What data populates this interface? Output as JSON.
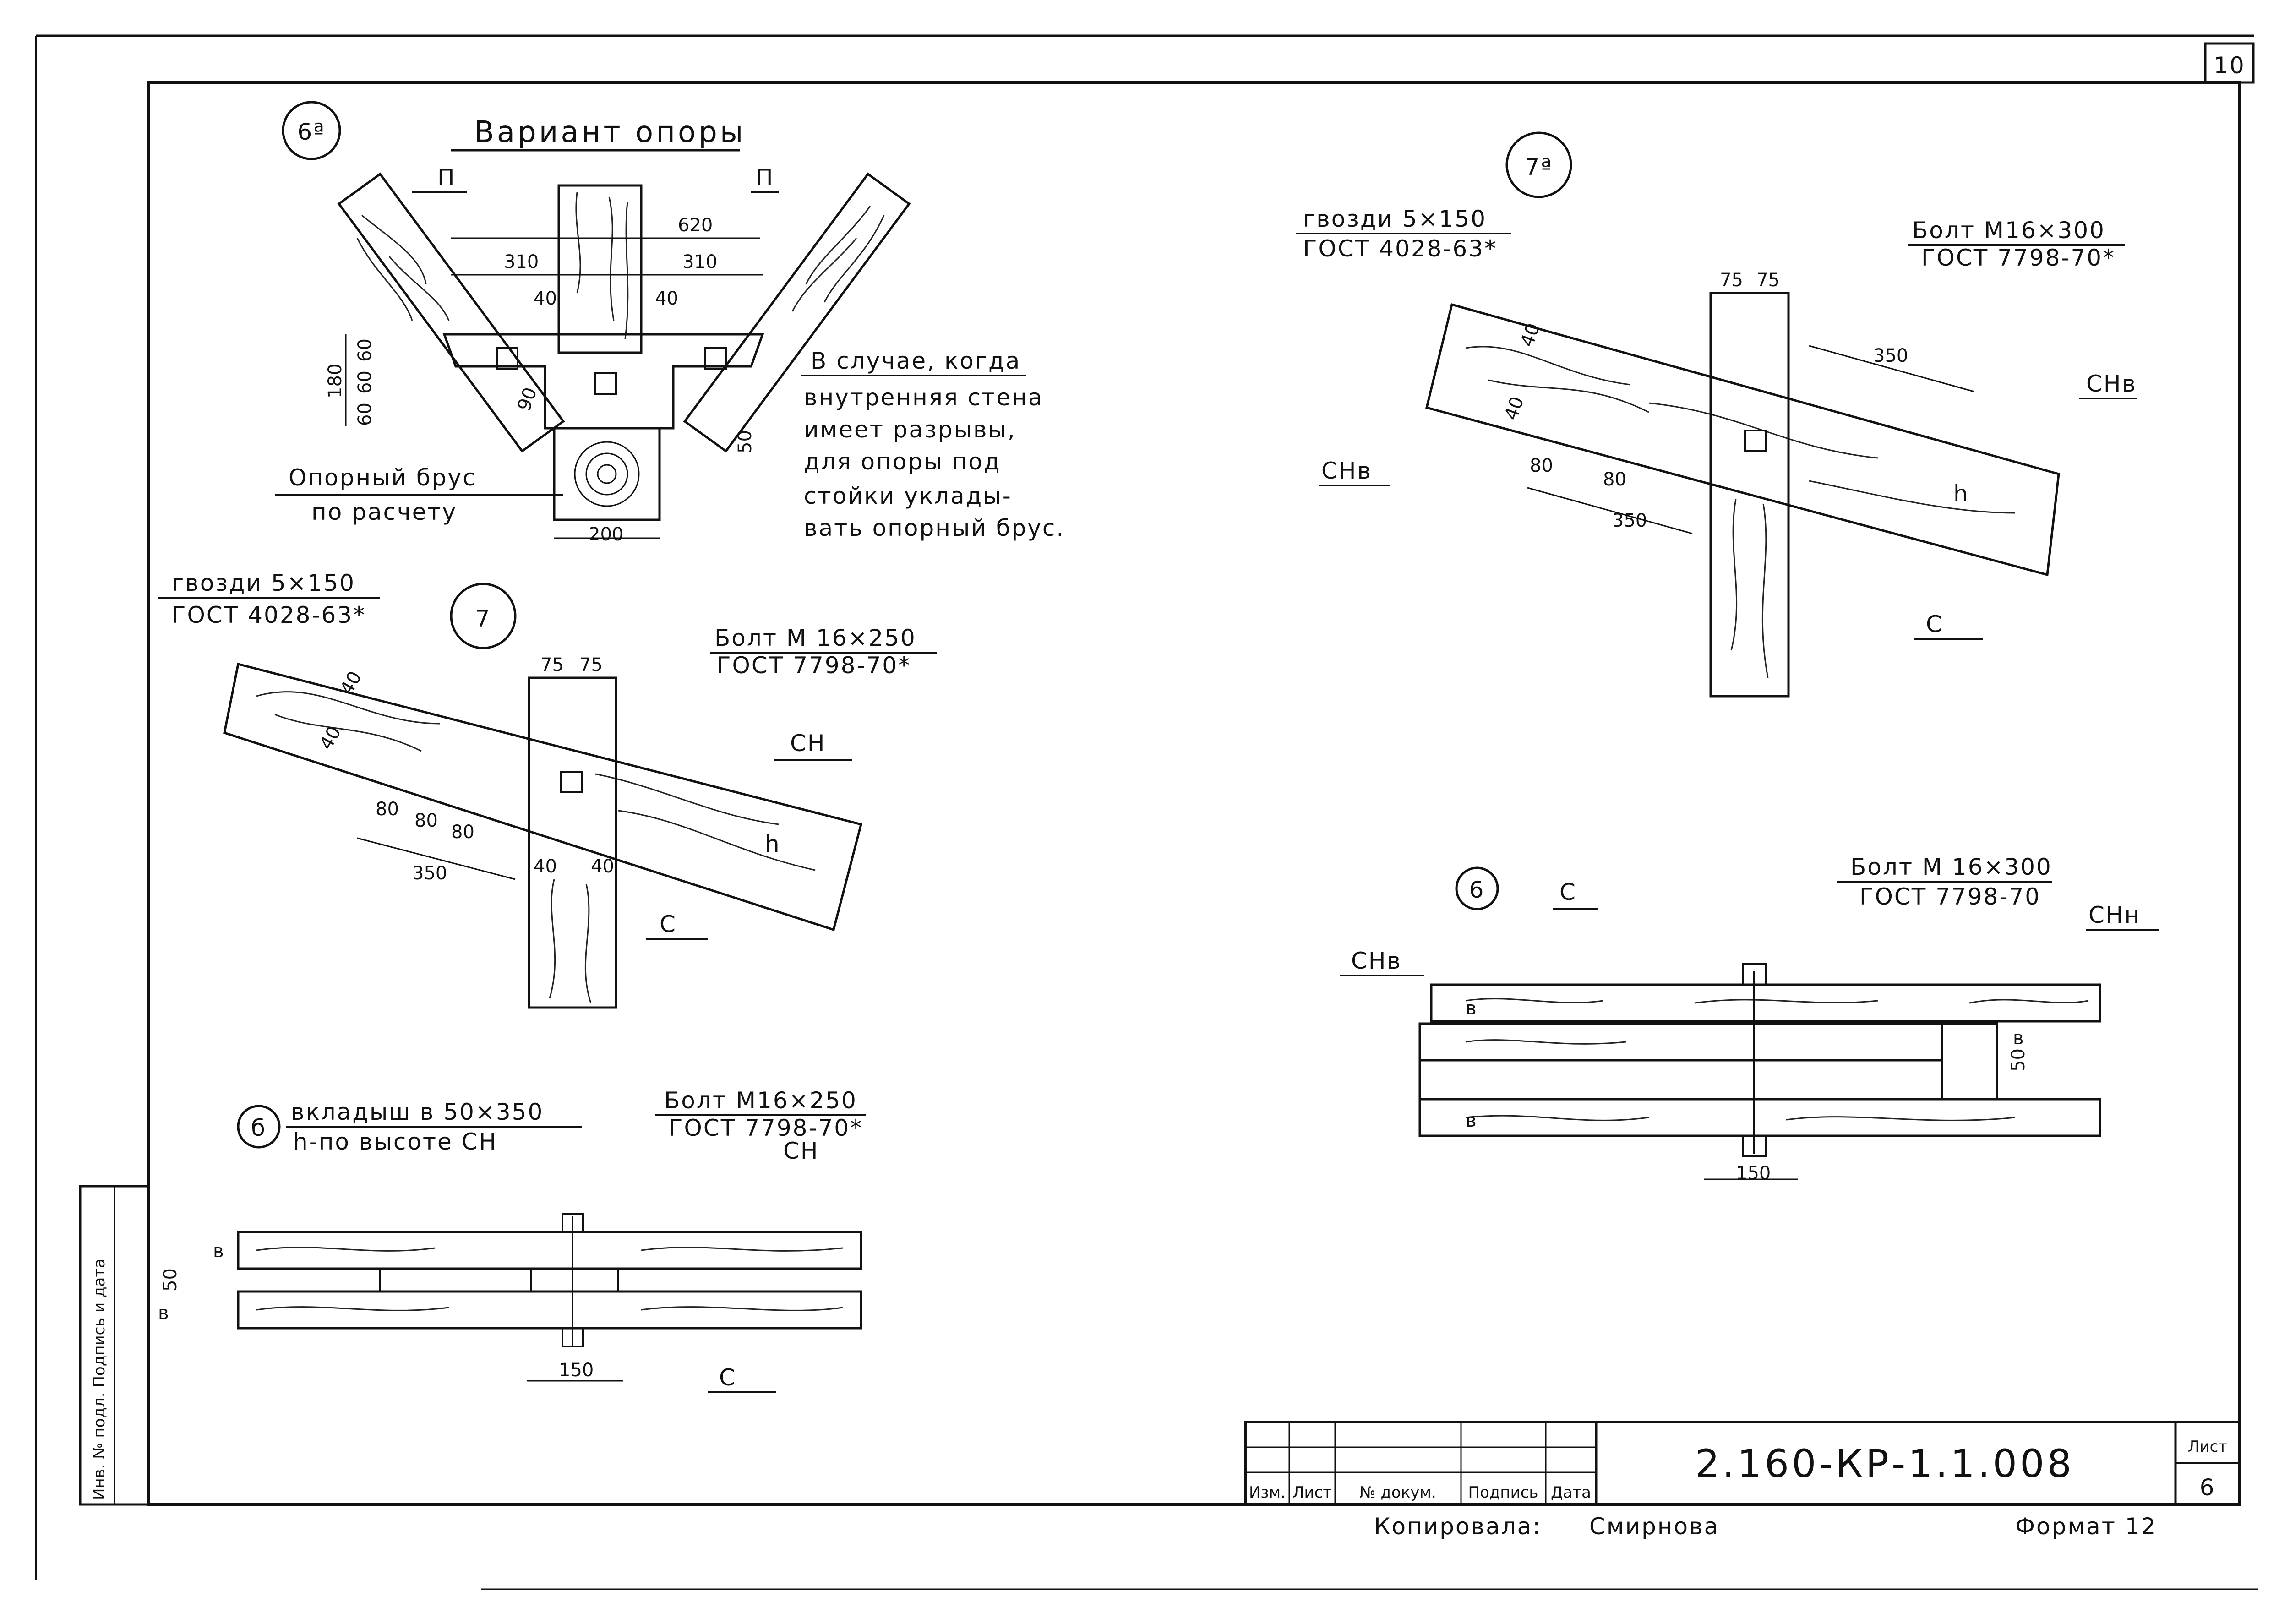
{
  "sheet": {
    "sheet_number": "10",
    "document_code": "2.160-КР-1.1.008",
    "list_header": "Лист",
    "list_number": "6",
    "copied_label": "Копировала:",
    "copied_name": "Смирнова",
    "format_label": "Формат 12",
    "side_stamp": "Инв. № подл. Подпись и дата",
    "title_block_cols": [
      "Изм.",
      "Лист",
      "№ докум.",
      "Подпись",
      "Дата"
    ]
  },
  "detail_6a": {
    "marker": "6ª",
    "title": "Вариант опоры",
    "label_p_left": "П",
    "label_p_right": "П",
    "dims": [
      "620",
      "310",
      "310",
      "40",
      "40",
      "180",
      "60",
      "60",
      "60",
      "90",
      "50",
      "200"
    ],
    "note_lines": [
      "В случае, когда",
      "внутренняя стена",
      "имеет разрывы,",
      "для опоры под",
      "стойки уклады-",
      "вать опорный брус."
    ],
    "support_beam_label": "Опорный брус",
    "support_beam_sub": "по расчету"
  },
  "detail_7a": {
    "marker": "7ª",
    "nails": "гвозди 5×150",
    "nails_gost": "ГОСТ 4028-63*",
    "bolt": "Болт М16×300",
    "bolt_gost": "ГОСТ 7798-70*",
    "dims": [
      "75",
      "75",
      "40",
      "40",
      "80",
      "80",
      "350",
      "350"
    ],
    "label_h": "h",
    "label_left": "СНв",
    "label_right": "СНв",
    "label_post": "С"
  },
  "detail_7": {
    "marker": "7",
    "nails": "гвозди 5×150",
    "nails_gost": "ГОСТ 4028-63*",
    "bolt": "Болт М 16×250",
    "bolt_gost": "ГОСТ 7798-70*",
    "dims": [
      "75",
      "75",
      "40",
      "40",
      "80",
      "80",
      "80",
      "350",
      "40",
      "40"
    ],
    "label_h": "h",
    "label_rafter": "СН",
    "label_post": "С"
  },
  "detail_6": {
    "marker": "6",
    "label_left": "СНв",
    "label_post": "С",
    "bolt": "Болт М 16×300",
    "bolt_gost": "ГОСТ 7798-70",
    "label_right": "СНн",
    "dims": [
      "в",
      "50",
      "в",
      "в",
      "150"
    ]
  },
  "detail_b": {
    "marker": "б",
    "insert": "вкладыш в 50×350",
    "insert_note": "h-по высоте СН",
    "bolt": "Болт М16×250",
    "bolt_gost": "ГОСТ 7798-70*",
    "label_rafter": "СН",
    "label_post": "С",
    "dims": [
      "в",
      "50",
      "в",
      "150"
    ]
  }
}
